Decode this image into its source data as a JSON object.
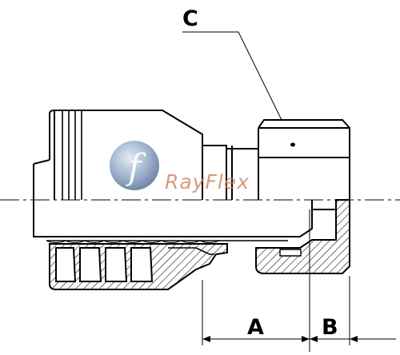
{
  "labels": {
    "c": "C",
    "a": "A",
    "b": "B"
  },
  "watermark": {
    "text": "RayFlex",
    "logo_letter": "f"
  },
  "colors": {
    "line": "#000000",
    "hatch": "#000000",
    "watermark_text": "#c8845e",
    "watermark_logo": "#8fa6c4"
  }
}
